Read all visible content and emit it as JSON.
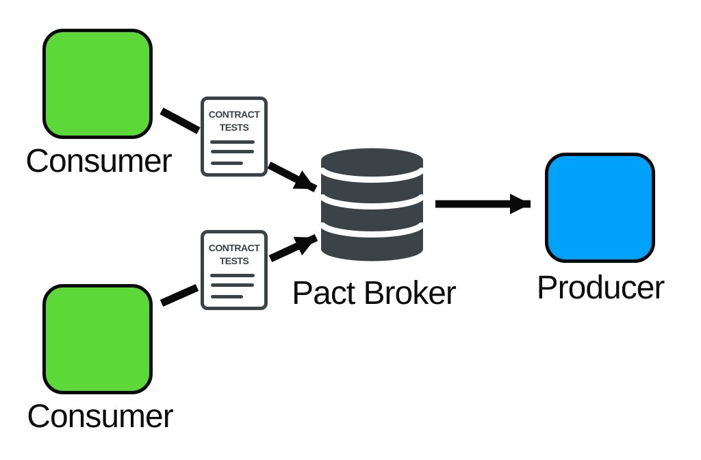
{
  "diagram_type": "pact-contract-testing-flow",
  "colors": {
    "consumer_fill": "#5cd938",
    "producer_fill": "#00a1f9",
    "broker_fill": "#3c4347",
    "doc_border": "#3c4347",
    "arrow": "#0a0a0a",
    "label_text": "#0d0d0d",
    "background": "#ffffff"
  },
  "nodes": {
    "consumer_top": {
      "label": "Consumer",
      "shape": "rounded-square"
    },
    "consumer_bottom": {
      "label": "Consumer",
      "shape": "rounded-square"
    },
    "pact_broker": {
      "label": "Pact Broker",
      "shape": "database-cylinder"
    },
    "producer": {
      "label": "Producer",
      "shape": "rounded-square"
    }
  },
  "contract_docs": [
    {
      "line1": "CONTRACT",
      "line2": "TESTS"
    },
    {
      "line1": "CONTRACT",
      "line2": "TESTS"
    }
  ],
  "edges": [
    {
      "from": "consumer_top",
      "to": "contract_doc_top",
      "arrowhead": false
    },
    {
      "from": "contract_doc_top",
      "to": "pact_broker",
      "arrowhead": true
    },
    {
      "from": "consumer_bottom",
      "to": "contract_doc_bottom",
      "arrowhead": false
    },
    {
      "from": "contract_doc_bottom",
      "to": "pact_broker",
      "arrowhead": true
    },
    {
      "from": "pact_broker",
      "to": "producer",
      "arrowhead": true
    }
  ]
}
